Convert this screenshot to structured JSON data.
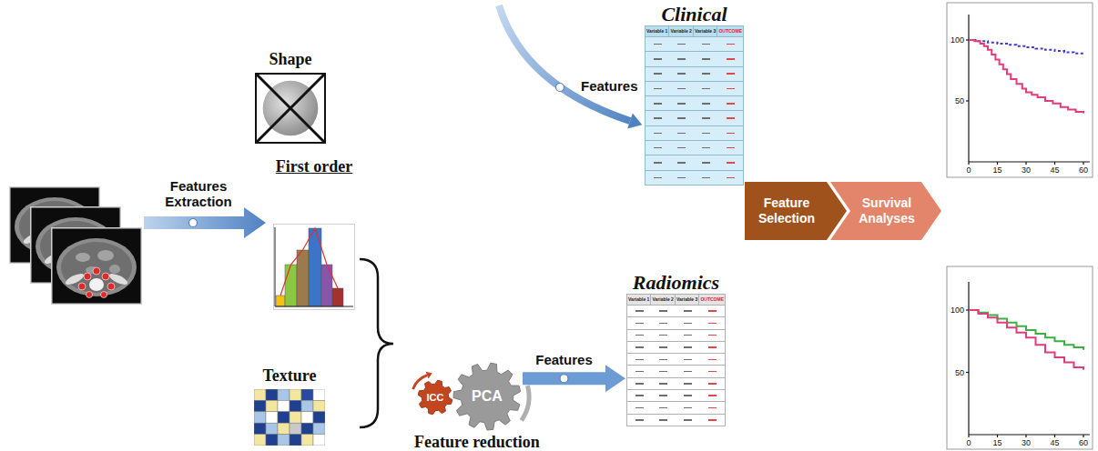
{
  "diagram": {
    "nodes": [
      {
        "text": [
          "Shape"
        ]
      },
      {
        "text": [
          "First order"
        ]
      },
      {
        "text": [
          "Texture"
        ]
      },
      {
        "text": [
          "ICC"
        ]
      },
      {
        "text": [
          "PCA"
        ]
      },
      {
        "text": [
          "Clinical",
          "Variable 1",
          "Variable 2",
          "Variable 3",
          "OUTCOME"
        ]
      },
      {
        "text": [
          "Radiomics",
          "Variable 1",
          "Variable 2",
          "Variable 3",
          "OUTCOME"
        ]
      },
      {
        "text": [
          "Feature Selection"
        ]
      },
      {
        "text": [
          "Survival Analyses"
        ]
      }
    ],
    "edges": [
      {
        "from": 4,
        "to": 6,
        "label": "Features",
        "arrow": "to"
      }
    ],
    "labels": [
      "Features Extraction",
      "Features",
      "Feature reduction",
      "100",
      "50",
      "0",
      "15",
      "30",
      "45",
      "60",
      "100",
      "50",
      "0",
      "15",
      "30",
      "45",
      "60"
    ]
  }
}
